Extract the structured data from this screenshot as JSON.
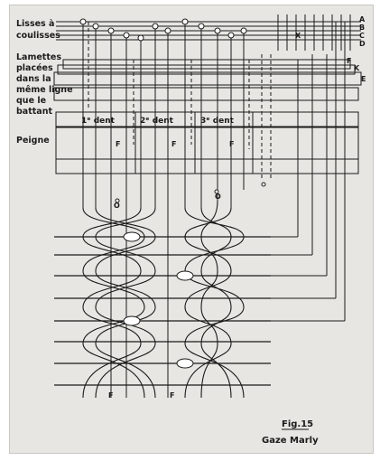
{
  "labels": {
    "lisses_line1": "Lisses à",
    "lisses_line2": "coulisses",
    "lamettes_line1": "Lamettes",
    "lamettes_line2": "placées",
    "lamettes_line3": "dans la",
    "lamettes_line4": "même ligne",
    "lamettes_line5": "que le",
    "lamettes_line6": "battant",
    "peigne": "Peigne"
  },
  "dents": [
    "1ᵉ dent",
    "2ᵉ dent",
    "3ᵉ dent"
  ],
  "frame_letters": {
    "A": "A",
    "B": "B",
    "C": "C",
    "D": "D",
    "F": "F",
    "K": "K",
    "E": "E",
    "X": "X",
    "O": "O"
  },
  "caption": {
    "figure": "Fig.15",
    "title": "Gaze Marly"
  },
  "colors": {
    "plate": "#e7e6e2",
    "ink": "#1a1a1a"
  }
}
